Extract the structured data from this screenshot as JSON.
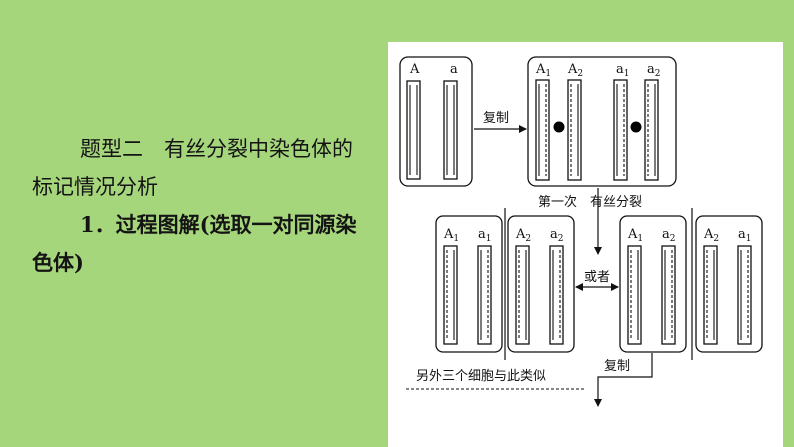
{
  "text": {
    "heading_line1": "题型二　有丝分裂中染色体的",
    "heading_line2": "标记情况分析",
    "sub_line1": "1．过程图解(选取一对同源染",
    "sub_line2": "色体)"
  },
  "diagram": {
    "cell1_labels": [
      "A",
      "a"
    ],
    "cell2_labels": [
      {
        "main": "A",
        "sub": "1"
      },
      {
        "main": "A",
        "sub": "2"
      },
      {
        "main": "a",
        "sub": "1"
      },
      {
        "main": "a",
        "sub": "2"
      }
    ],
    "daughter_cells": [
      [
        {
          "main": "A",
          "sub": "1"
        },
        {
          "main": "a",
          "sub": "1"
        }
      ],
      [
        {
          "main": "A",
          "sub": "2"
        },
        {
          "main": "a",
          "sub": "2"
        }
      ],
      [
        {
          "main": "A",
          "sub": "1"
        },
        {
          "main": "a",
          "sub": "2"
        }
      ],
      [
        {
          "main": "A",
          "sub": "2"
        },
        {
          "main": "a",
          "sub": "1"
        }
      ]
    ],
    "replicate_label": "复制",
    "first_division_label": "第一次　有丝分裂",
    "or_label": "或者",
    "replicate_label_2": "复制",
    "other_cells_note": "另外三个细胞与此类似"
  }
}
